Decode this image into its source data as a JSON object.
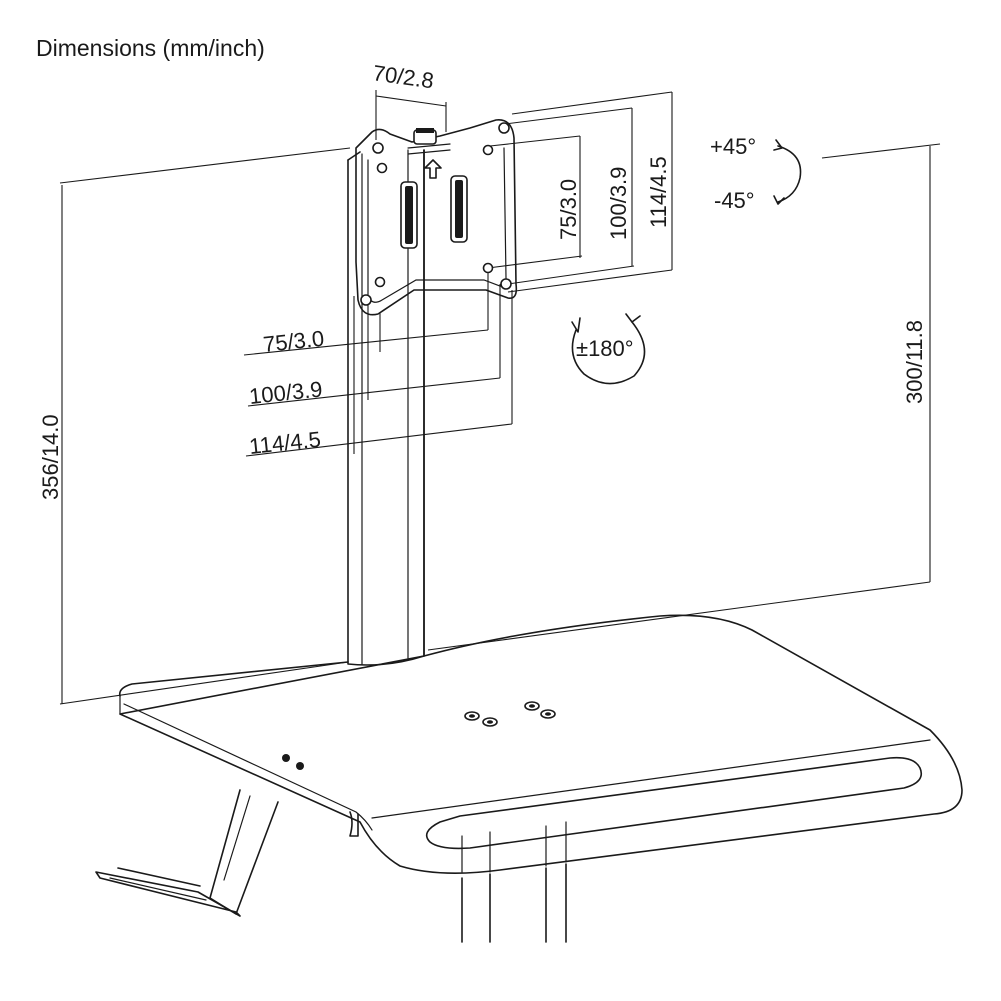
{
  "title": "Dimensions (mm/inch)",
  "dimensions": {
    "arm_width": "70/2.8",
    "vesa_75_vertical": "75/3.0",
    "vesa_100_vertical": "100/3.9",
    "vesa_114_vertical": "114/4.5",
    "vesa_75_horizontal": "75/3.0",
    "vesa_100_horizontal": "100/3.9",
    "vesa_114_horizontal": "114/4.5",
    "total_height": "356/14.0",
    "max_height": "300/11.8"
  },
  "rotation": {
    "tilt_up": "+45°",
    "tilt_down": "-45°",
    "swivel": "±180°"
  },
  "icons": [
    "tilt-arrow-icon",
    "rotation-arrow-icon",
    "up-arrow-icon"
  ]
}
